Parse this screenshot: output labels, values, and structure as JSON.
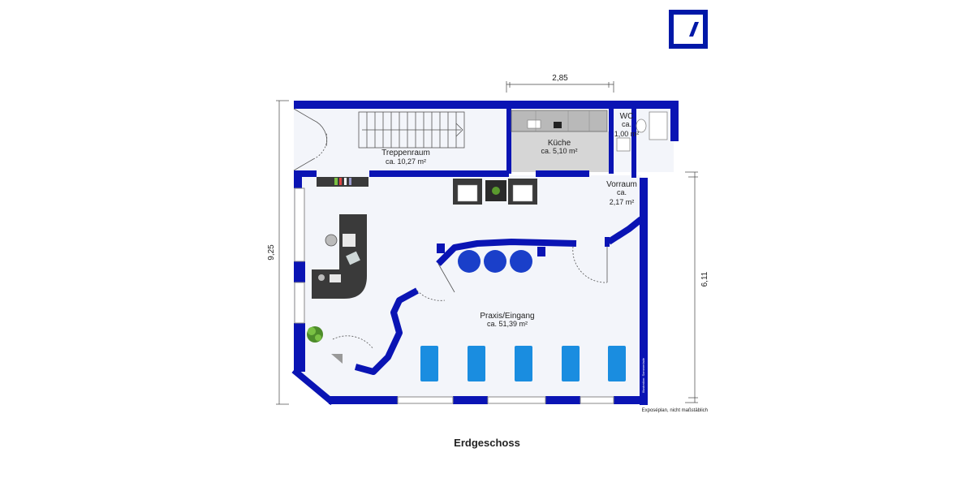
{
  "floor_title": "Erdgeschoss",
  "disclaimer": "Exposéplan, nicht maßstäblich",
  "credit": "Illustration: Sommerlade",
  "colors": {
    "wall": "#0a14b4",
    "floor": "#f3f5fa",
    "kitchen_floor": "#d6d6d6",
    "accent_blue": "#1a8de0",
    "logo_blue": "#0018a8"
  },
  "dimensions": {
    "top": "2,85",
    "left": "9,25",
    "right": "6,11"
  },
  "rooms": {
    "treppenraum": {
      "name": "Treppenraum",
      "area": "ca. 10,27 m²"
    },
    "kueche": {
      "name": "Küche",
      "area": "ca. 5,10 m²"
    },
    "wc": {
      "name": "WC",
      "area_prefix": "ca.",
      "area": "1,00 m²"
    },
    "vorraum": {
      "name": "Vorraum",
      "area_prefix": "ca.",
      "area": "2,17 m²"
    },
    "praxis": {
      "name": "Praxis/Eingang",
      "area": "ca. 51,39 m²"
    }
  },
  "logo": {
    "icon": "deutsche-bank-logo"
  }
}
